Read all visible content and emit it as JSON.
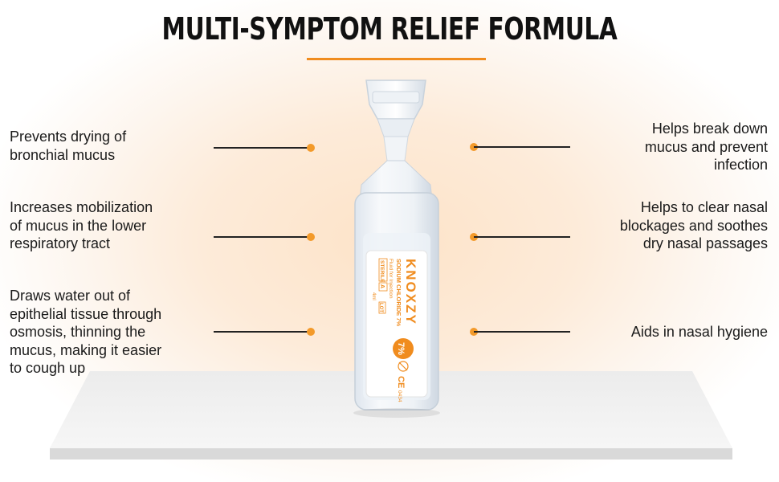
{
  "title": "MULTI-SYMPTOM RELIEF FORMULA",
  "accent_color": "#f08c1e",
  "left_callouts": [
    {
      "lines": [
        "Prevents drying of",
        "bronchial mucus"
      ]
    },
    {
      "lines": [
        "Increases mobilization",
        "of mucus in the lower",
        "respiratory tract"
      ]
    },
    {
      "lines": [
        "Draws water out of",
        "epithelial tissue through",
        "osmosis, thinning the",
        "mucus, making it easier",
        "to cough up"
      ]
    }
  ],
  "right_callouts": [
    {
      "lines": [
        "Helps break down",
        "mucus and prevent",
        "infection"
      ]
    },
    {
      "lines": [
        "Helps to clear nasal",
        "blockages and soothes",
        "dry nasal passages"
      ]
    },
    {
      "lines": [
        "Aids in nasal hygiene"
      ]
    }
  ],
  "product_label": {
    "brand": "KNOXZY",
    "concentration": "7%",
    "name": "SODIUM CHLORIDE 7%",
    "sub": "Fluid for Injection",
    "sterile": "STERILE",
    "sterile_code": "A",
    "lot": "LOT",
    "volume": "4ml",
    "ce": "CE",
    "ce_code": "0434"
  }
}
